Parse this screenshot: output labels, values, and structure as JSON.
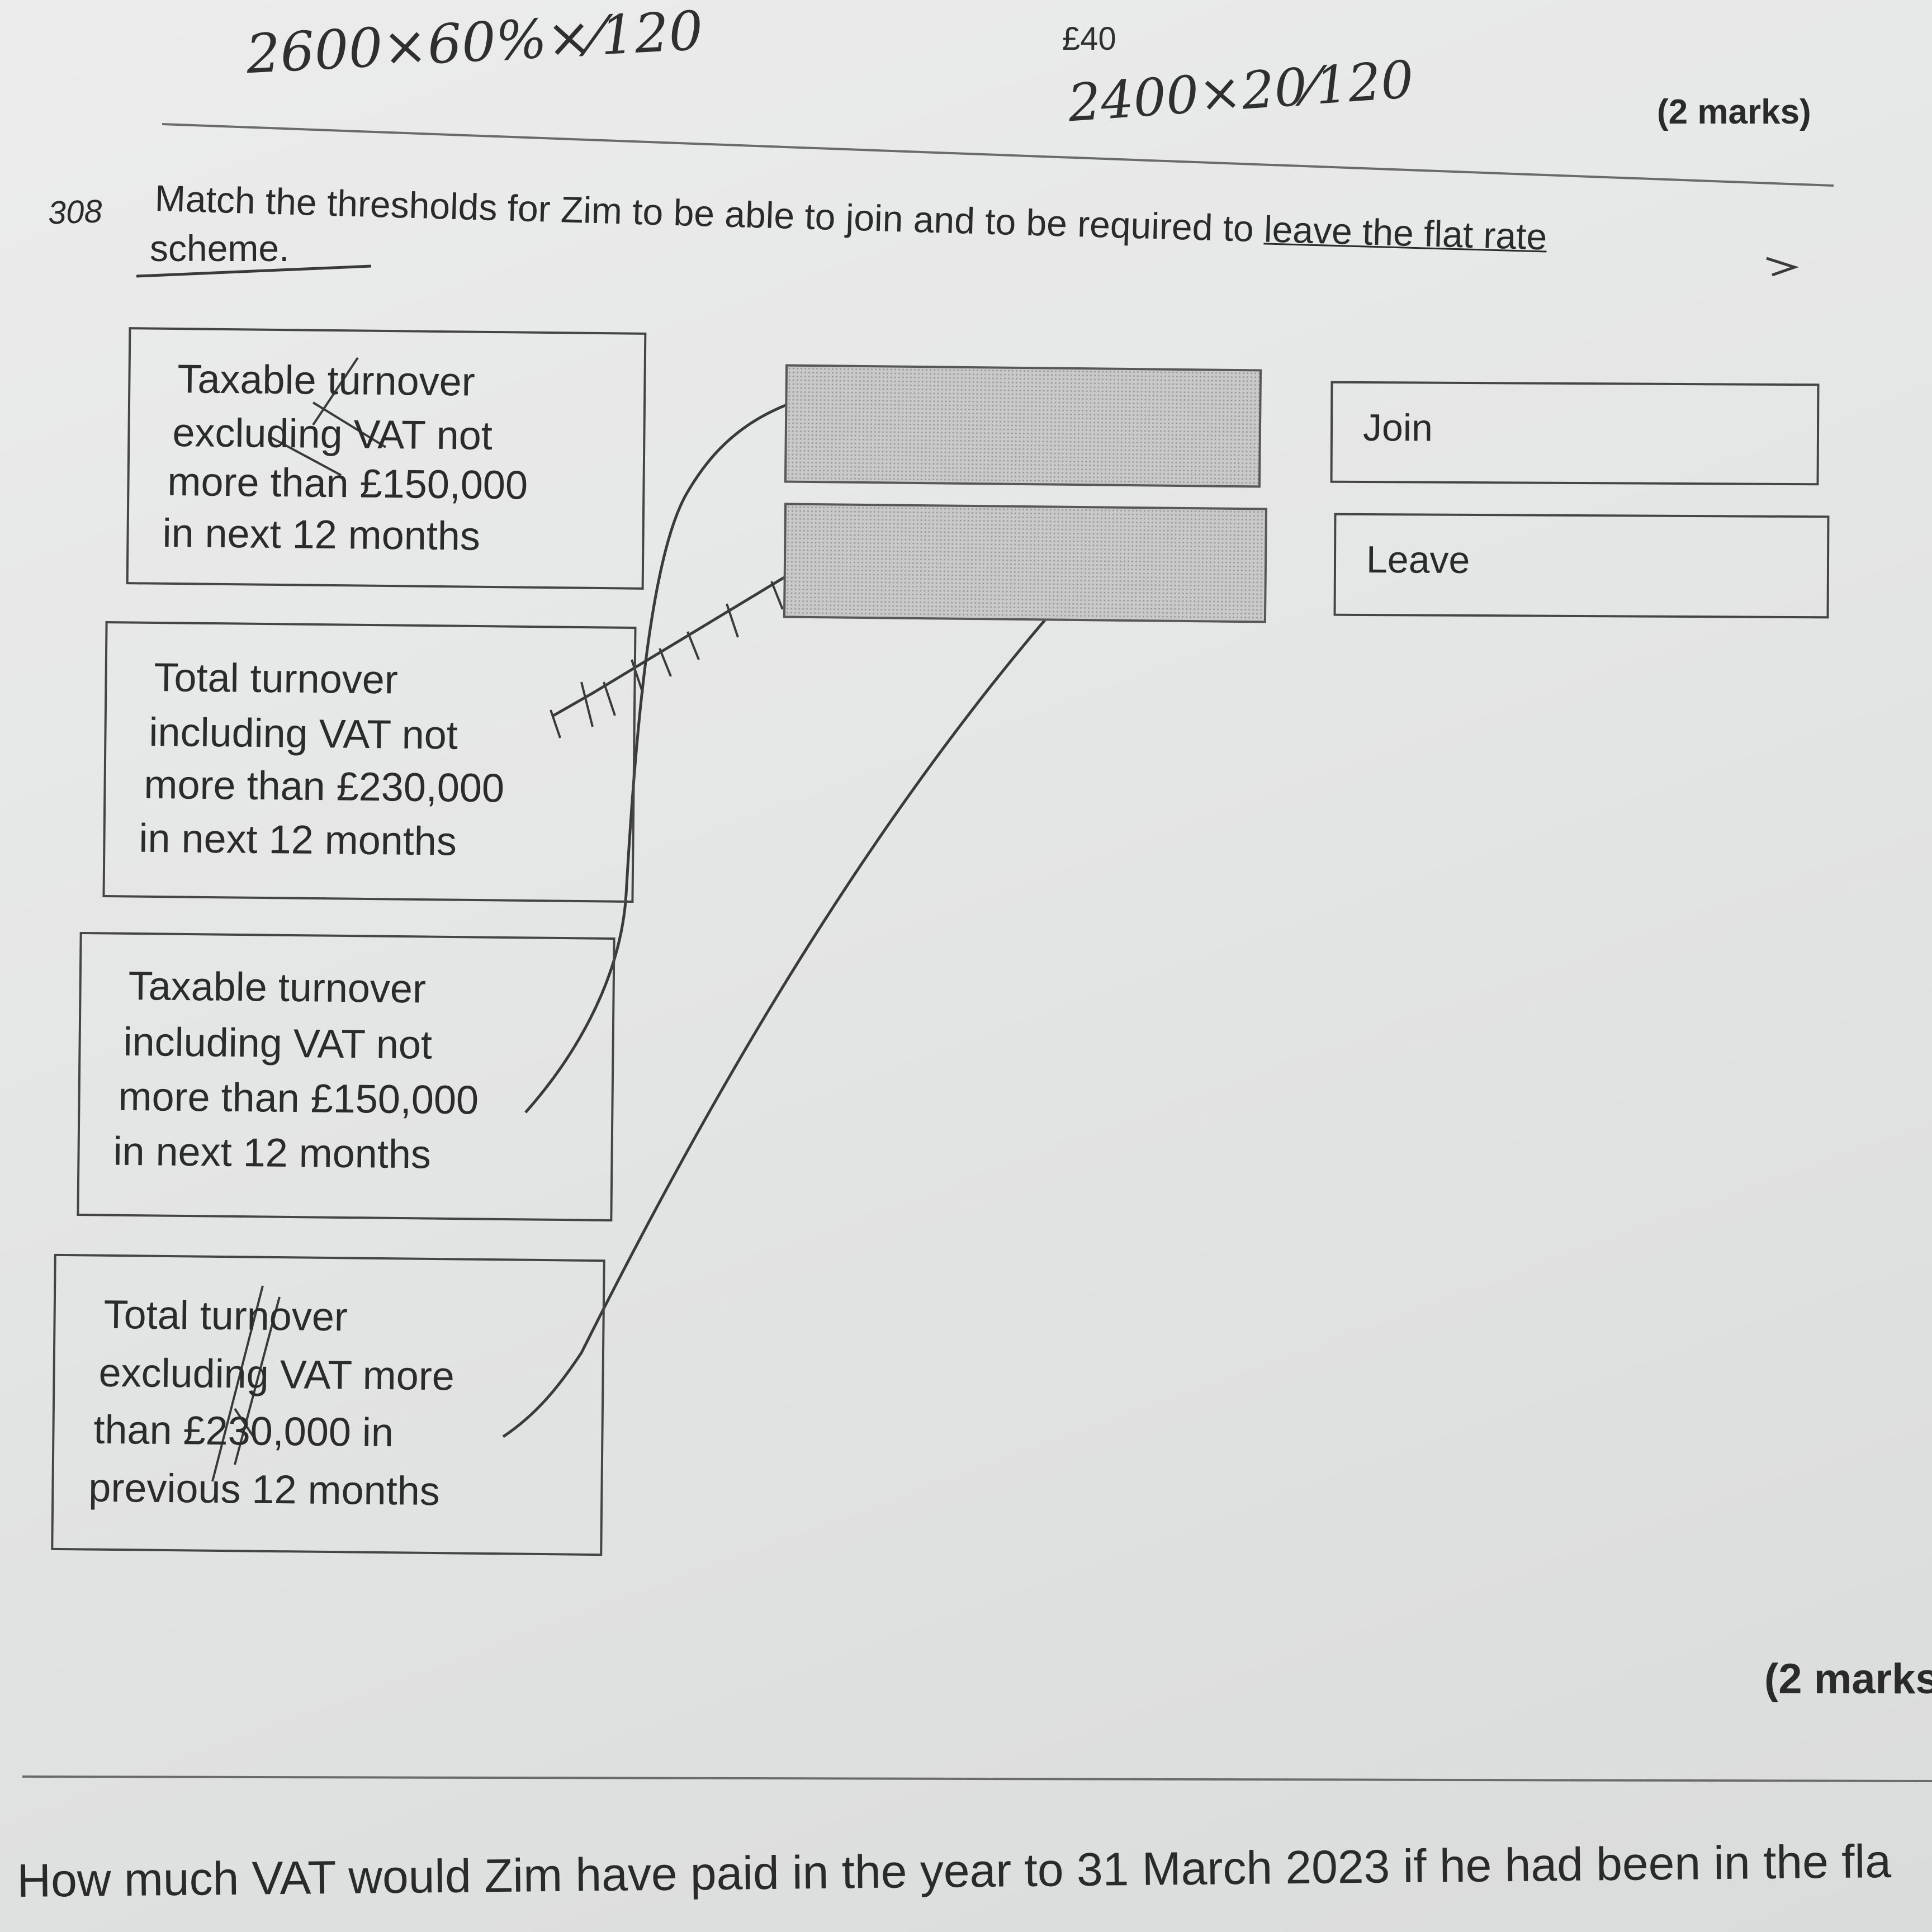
{
  "handwriting": {
    "calc_left": "2600×60%×⁄120",
    "pound_note": "£40",
    "calc_right": "2400×20⁄120"
  },
  "question": {
    "number": "308",
    "line1": "Match the thresholds for Zim to be able to join and to be required to ",
    "line1_underlined": "leave the flat rate",
    "line2": "scheme.",
    "marks_top": "(2 marks)"
  },
  "thresholds": [
    {
      "lines": [
        "Taxable turnover",
        "excluding VAT not",
        "more than £150,000",
        "in next 12 months"
      ]
    },
    {
      "lines": [
        "Total turnover",
        "including VAT not",
        "more than £230,000",
        "in next 12 months"
      ]
    },
    {
      "lines": [
        "Taxable turnover",
        "including VAT not",
        "more than £150,000",
        "in next 12 months"
      ]
    },
    {
      "lines": [
        "Total turnover",
        "excluding VAT more",
        "than £230,000 in",
        "previous 12 months"
      ]
    }
  ],
  "options": {
    "join": "Join",
    "leave": "Leave"
  },
  "footer": {
    "marks_bottom": "(2 marks",
    "next_question": "How much VAT would Zim have paid in the year to 31 March 2023 if he had been in the fla"
  }
}
